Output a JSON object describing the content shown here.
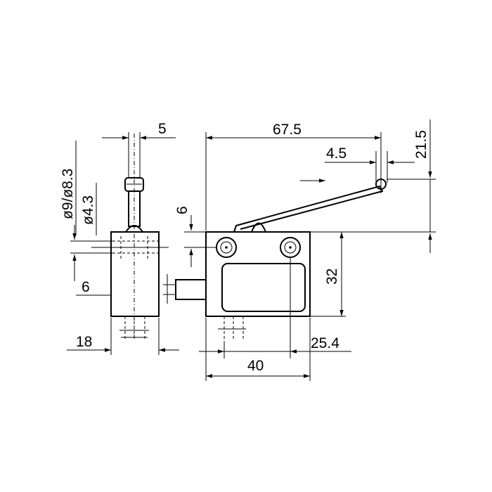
{
  "drawing": {
    "dimensions": {
      "d_5": "5",
      "d_67_5": "67.5",
      "d_21_5": "21.5",
      "d_4_5": "4.5",
      "d_dia9_8_3": "ø9/ø8.3",
      "d_dia4_3": "ø4.3",
      "d_6_vert": "6",
      "d_6_side": "6",
      "d_32": "32",
      "d_18": "18",
      "d_25_4": "25.4",
      "d_40": "40"
    }
  }
}
